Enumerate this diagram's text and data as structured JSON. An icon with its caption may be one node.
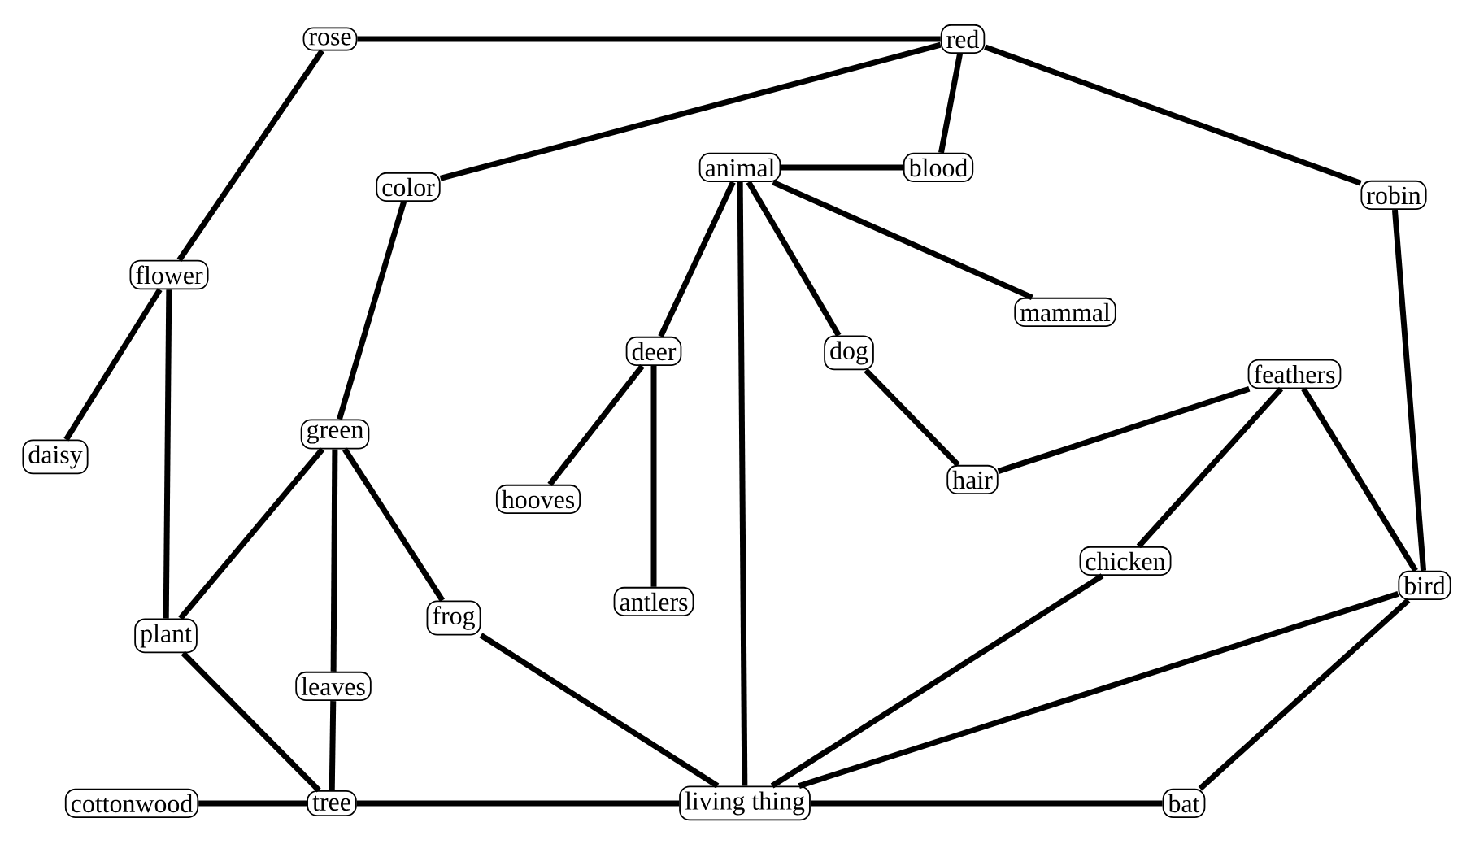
{
  "diagram": {
    "nodes": [
      {
        "text": [
          "rose"
        ]
      },
      {
        "text": [
          "red"
        ]
      },
      {
        "text": [
          "color"
        ]
      },
      {
        "text": [
          "animal"
        ]
      },
      {
        "text": [
          "blood"
        ]
      },
      {
        "text": [
          "robin"
        ]
      },
      {
        "text": [
          "flower"
        ]
      },
      {
        "text": [
          "mammal"
        ]
      },
      {
        "text": [
          "deer"
        ]
      },
      {
        "text": [
          "dog"
        ]
      },
      {
        "text": [
          "feathers"
        ]
      },
      {
        "text": [
          "daisy"
        ]
      },
      {
        "text": [
          "green"
        ]
      },
      {
        "text": [
          "hooves"
        ]
      },
      {
        "text": [
          "hair"
        ]
      },
      {
        "text": [
          "chicken"
        ]
      },
      {
        "text": [
          "antlers"
        ]
      },
      {
        "text": [
          "bird"
        ]
      },
      {
        "text": [
          "plant"
        ]
      },
      {
        "text": [
          "frog"
        ]
      },
      {
        "text": [
          "leaves"
        ]
      },
      {
        "text": [
          "cottonwood"
        ]
      },
      {
        "text": [
          "tree"
        ]
      },
      {
        "text": [
          "living thing"
        ]
      },
      {
        "text": [
          "bat"
        ]
      }
    ],
    "edges": [
      {
        "from": 0,
        "to": 1,
        "arrow": "none"
      },
      {
        "from": 0,
        "to": 6,
        "arrow": "none"
      },
      {
        "from": 1,
        "to": 2,
        "arrow": "none"
      },
      {
        "from": 1,
        "to": 4,
        "arrow": "none"
      },
      {
        "from": 1,
        "to": 5,
        "arrow": "none"
      },
      {
        "from": 2,
        "to": 12,
        "arrow": "none"
      },
      {
        "from": 3,
        "to": 4,
        "arrow": "none"
      },
      {
        "from": 3,
        "to": 8,
        "arrow": "none"
      },
      {
        "from": 3,
        "to": 9,
        "arrow": "none"
      },
      {
        "from": 3,
        "to": 7,
        "arrow": "none"
      },
      {
        "from": 3,
        "to": 23,
        "arrow": "none"
      },
      {
        "from": 6,
        "to": 11,
        "arrow": "none"
      },
      {
        "from": 6,
        "to": 18,
        "arrow": "none"
      },
      {
        "from": 5,
        "to": 17,
        "arrow": "none"
      },
      {
        "from": 8,
        "to": 13,
        "arrow": "none"
      },
      {
        "from": 8,
        "to": 16,
        "arrow": "none"
      },
      {
        "from": 9,
        "to": 14,
        "arrow": "none"
      },
      {
        "from": 14,
        "to": 10,
        "arrow": "none"
      },
      {
        "from": 10,
        "to": 15,
        "arrow": "none"
      },
      {
        "from": 10,
        "to": 17,
        "arrow": "none"
      },
      {
        "from": 12,
        "to": 18,
        "arrow": "none"
      },
      {
        "from": 12,
        "to": 20,
        "arrow": "none"
      },
      {
        "from": 12,
        "to": 19,
        "arrow": "none"
      },
      {
        "from": 18,
        "to": 22,
        "arrow": "none"
      },
      {
        "from": 20,
        "to": 22,
        "arrow": "none"
      },
      {
        "from": 19,
        "to": 23,
        "arrow": "none"
      },
      {
        "from": 15,
        "to": 23,
        "arrow": "none"
      },
      {
        "from": 17,
        "to": 23,
        "arrow": "none"
      },
      {
        "from": 17,
        "to": 24,
        "arrow": "none"
      },
      {
        "from": 21,
        "to": 22,
        "arrow": "none"
      },
      {
        "from": 22,
        "to": 23,
        "arrow": "none"
      },
      {
        "from": 23,
        "to": 24,
        "arrow": "none"
      }
    ]
  }
}
